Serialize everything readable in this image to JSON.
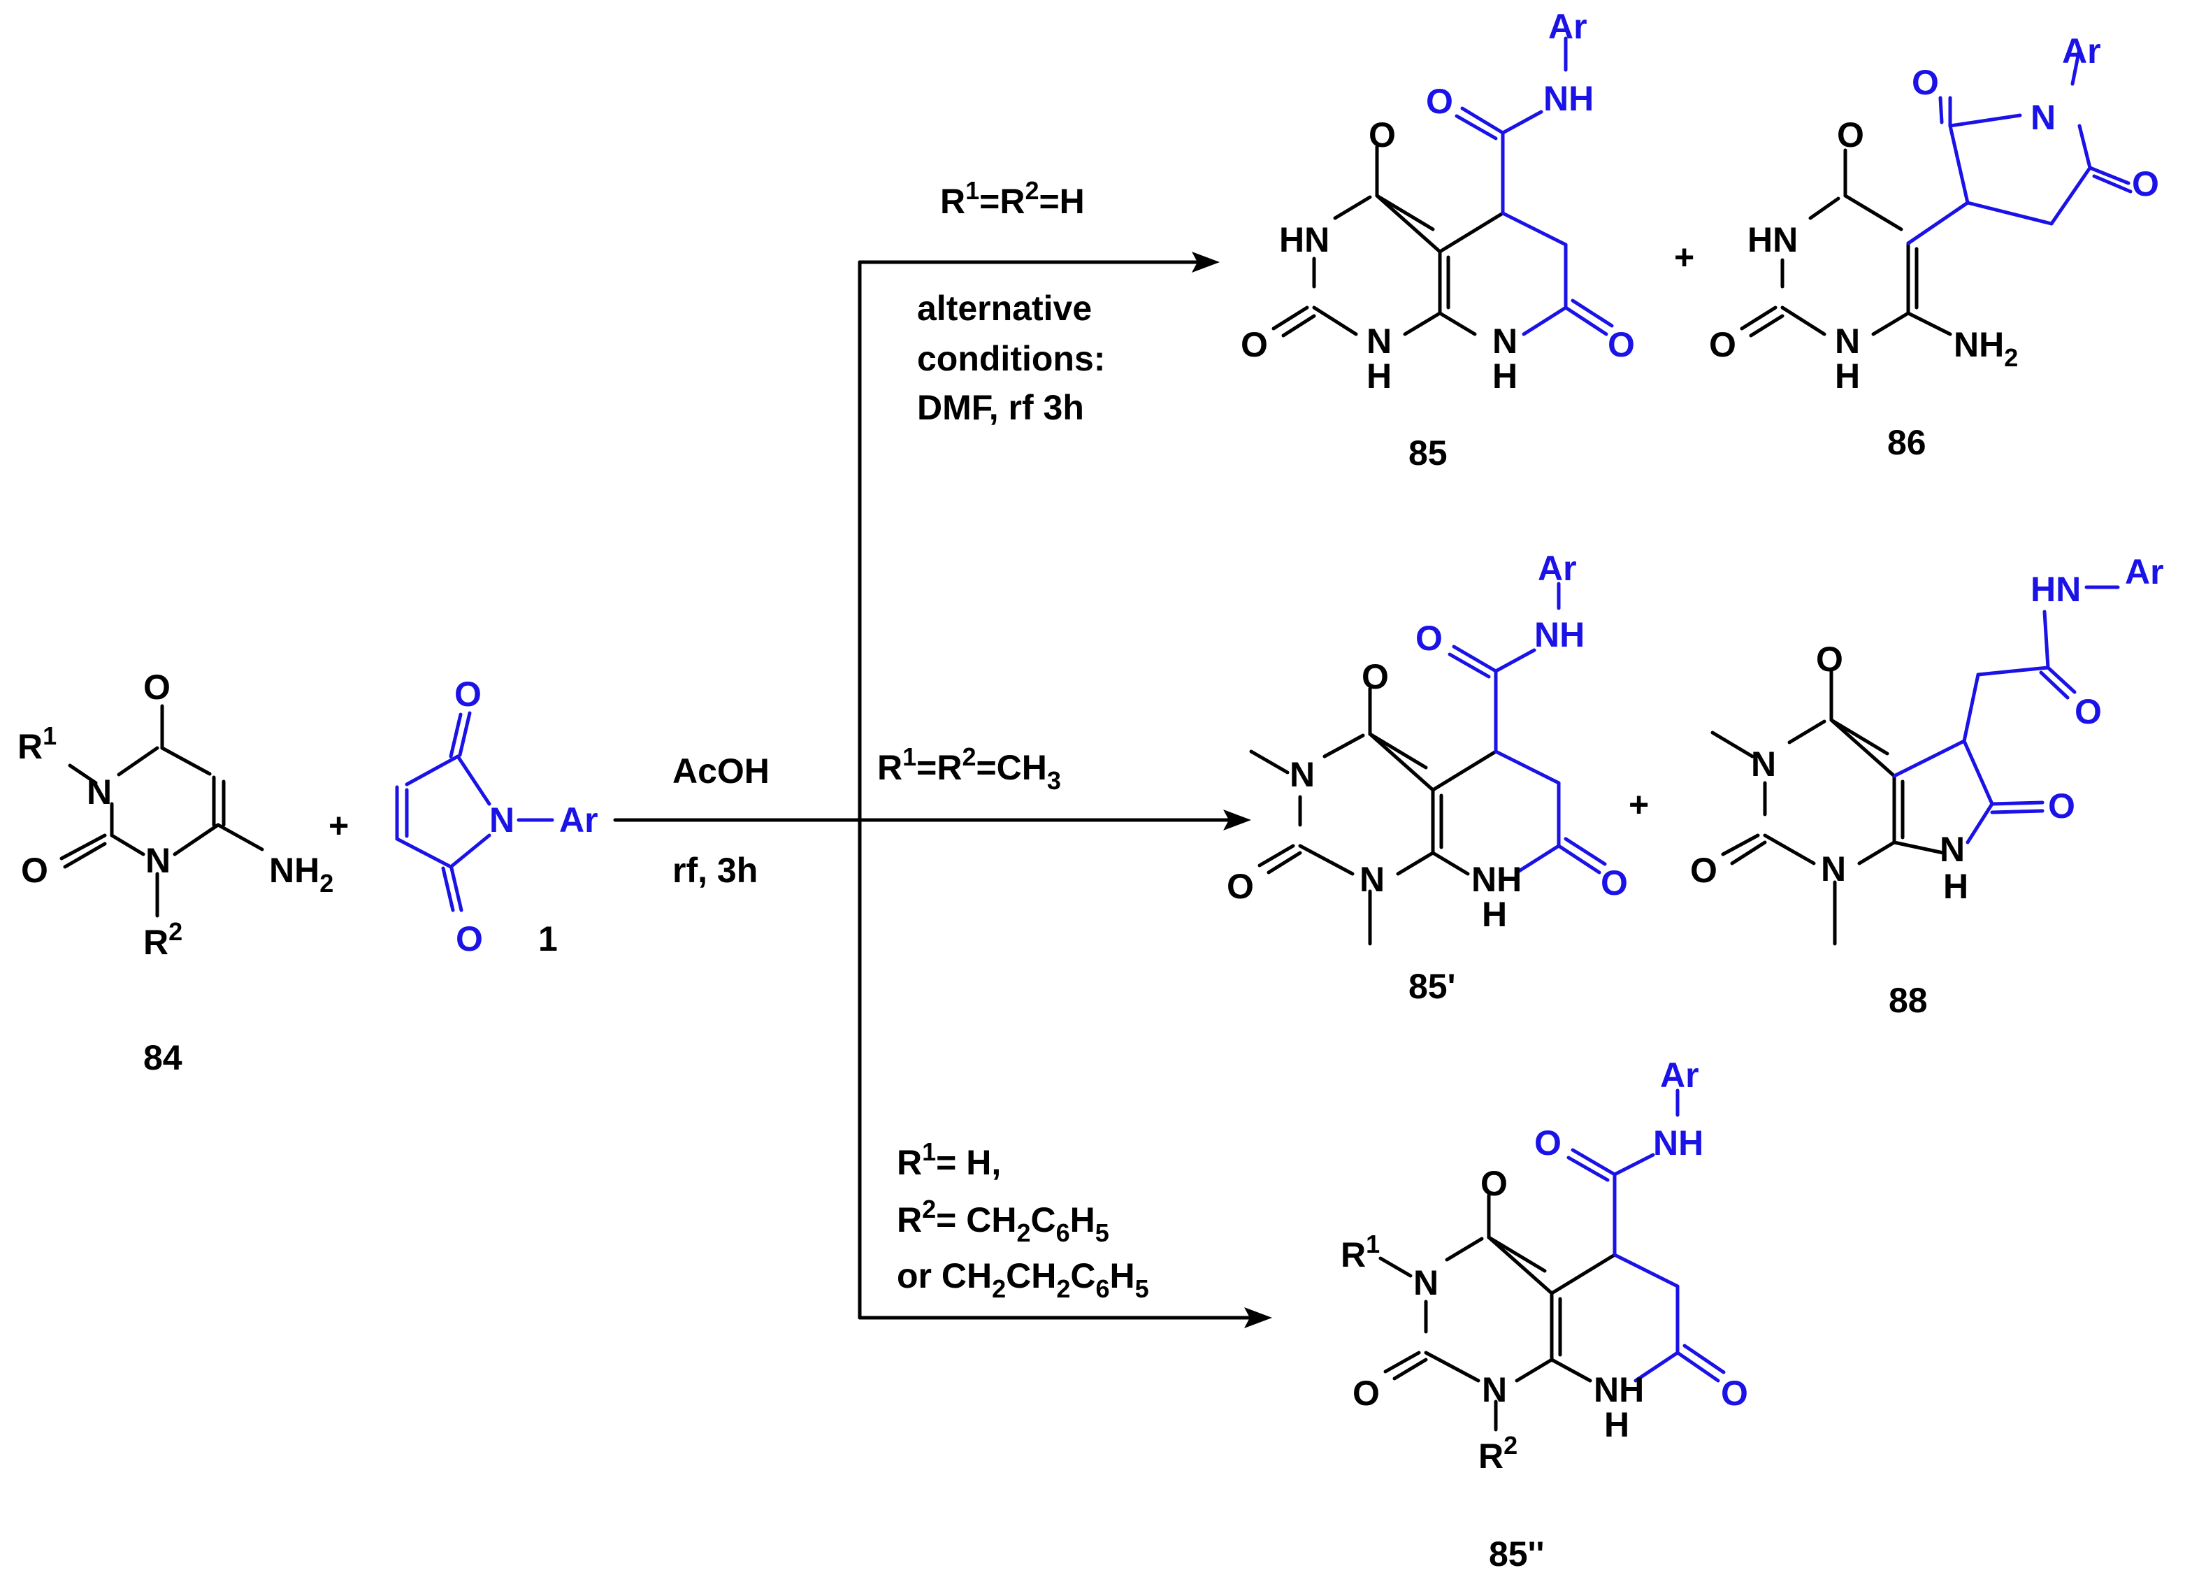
{
  "colors": {
    "bonds": "#000000",
    "maleimide_fragment": "#1a12e6",
    "background": "#ffffff"
  },
  "compounds": {
    "c84": "84",
    "c1": "1",
    "c85": "85",
    "c86": "86",
    "c85p": "85'",
    "c88": "88",
    "c85pp": "85''"
  },
  "plus": "+",
  "main_conditions": {
    "reagent": "AcOH",
    "temp_time": "rf, 3h"
  },
  "branches": [
    {
      "substituent_line": "R1=R2=H",
      "alt_line1": "alternative",
      "alt_line2": "conditions:",
      "alt_line3": "DMF, rf 3h"
    },
    {
      "substituent_line": "R1=R2=CH3"
    },
    {
      "line1": "R1= H,",
      "line2": "R2= CH2C6H5",
      "line3": "or CH2CH2C6H5"
    }
  ],
  "atoms": {
    "O": "O",
    "N": "N",
    "NH": "NH",
    "HN": "HN",
    "H": "H",
    "Ar": "Ar",
    "NH2": "NH",
    "sub2": "2",
    "R": "R",
    "sup1": "1",
    "sup2": "2"
  }
}
